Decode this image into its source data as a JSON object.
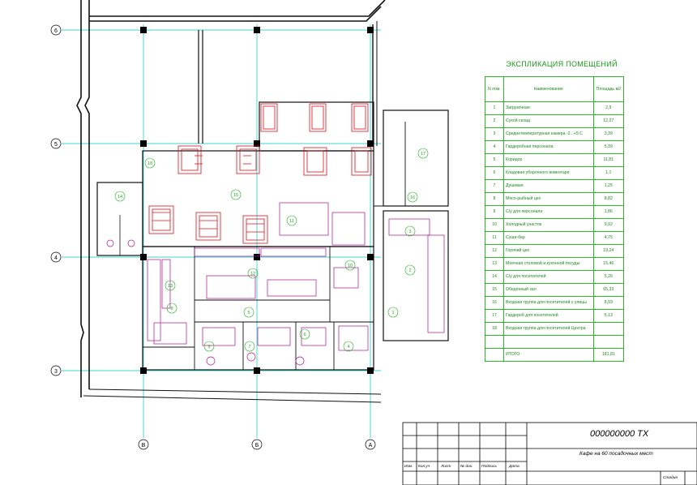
{
  "axes": {
    "horizontal": [
      "6",
      "5",
      "4",
      "3"
    ],
    "vertical": [
      "В",
      "Б",
      "А"
    ]
  },
  "room_numbers": [
    "1",
    "2",
    "3",
    "4",
    "5",
    "6",
    "7",
    "8",
    "9",
    "10",
    "11",
    "12",
    "13",
    "14",
    "15",
    "16",
    "17",
    "18"
  ],
  "legend": {
    "title": "ЭКСПЛИКАЦИЯ ПОМЕЩЕНИЙ",
    "header": {
      "no": "N пом.",
      "name": "Наименование",
      "area": "Площадь м2"
    },
    "rows": [
      {
        "no": "1",
        "name": "Загрузочная",
        "area": "2,9"
      },
      {
        "no": "2",
        "name": "Сухой склад",
        "area": "12,27"
      },
      {
        "no": "3",
        "name": "Среднетемпературная камера -2...+5 С",
        "area": "3,39"
      },
      {
        "no": "4",
        "name": "Гардеробная персонала",
        "area": "5,39"
      },
      {
        "no": "5",
        "name": "Коридор",
        "area": "11,81"
      },
      {
        "no": "6",
        "name": "Кладовая уборочного инвентаря",
        "area": "1,1"
      },
      {
        "no": "7",
        "name": "Душевая",
        "area": "1,25"
      },
      {
        "no": "8",
        "name": "Мясо-рыбный цех",
        "area": "8,82"
      },
      {
        "no": "9",
        "name": "С/у для персонала",
        "area": "1,86"
      },
      {
        "no": "10",
        "name": "Холодный участок",
        "area": "9,92"
      },
      {
        "no": "11",
        "name": "Суши-бар",
        "area": "4,75"
      },
      {
        "no": "12",
        "name": "Горячий цех",
        "area": "19,24"
      },
      {
        "no": "13",
        "name": "Моечная столовой и кухонной посуды",
        "area": "15,46"
      },
      {
        "no": "14",
        "name": "С/у для посетителей",
        "area": "5,26"
      },
      {
        "no": "15",
        "name": "Обеденный зал",
        "area": "65,33"
      },
      {
        "no": "16",
        "name": "Входная группа для посетителей с улицы",
        "area": "8,93"
      },
      {
        "no": "17",
        "name": "Гардероб для посетителей",
        "area": "5,13"
      },
      {
        "no": "18",
        "name": "Входная группа для посетителей Центра",
        "area": ""
      }
    ],
    "total_label": "ИТОГО:",
    "total_value": "181,81"
  },
  "stamp": {
    "code": "000000000 ТХ",
    "title": "Кафе на 60 посадочных мест",
    "sig_labels": [
      "Изм.",
      "Кол.уч",
      "Лист",
      "№ док.",
      "Подпись",
      "Дата"
    ],
    "stage_label": "Стадия"
  },
  "colors": {
    "axis": "#00c8c8",
    "walls": "#111111",
    "furniture": "#e0101a",
    "equipment": "#b0108f",
    "room_label": "#19b019",
    "legend": "#1a8a1a"
  }
}
